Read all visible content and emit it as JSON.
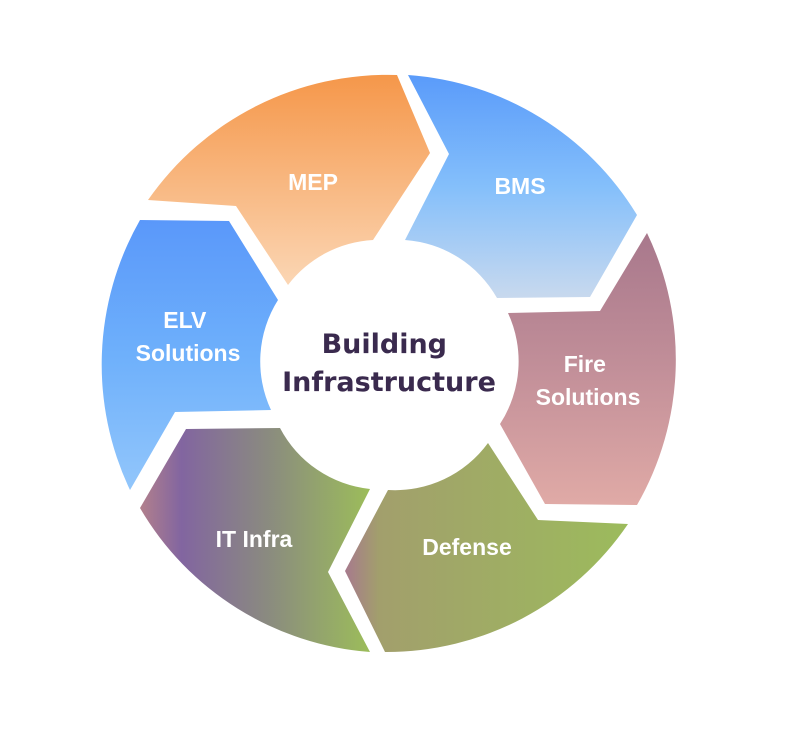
{
  "diagram": {
    "type": "cycle",
    "center": {
      "lines": [
        "Building",
        "Infrastructure"
      ],
      "text_color": "#3a2a4e"
    },
    "segments": [
      {
        "id": "mep",
        "lines": [
          "MEP"
        ],
        "gradient": {
          "direction": "vertical",
          "stops": [
            "#f5974a",
            "#fbd6b4"
          ]
        }
      },
      {
        "id": "bms",
        "lines": [
          "BMS"
        ],
        "gradient": {
          "direction": "vertical",
          "stops": [
            "#5a9bfa",
            "#84bffb",
            "#c8d9ee"
          ]
        }
      },
      {
        "id": "fire-solutions",
        "lines": [
          "Fire",
          "Solutions"
        ],
        "gradient": {
          "direction": "vertical",
          "stops": [
            "#a8788c",
            "#c28f99",
            "#e0aaa6"
          ]
        }
      },
      {
        "id": "defense",
        "lines": [
          "Defense"
        ],
        "gradient": {
          "direction": "horizontal",
          "stops": [
            "#a77a8d",
            "#a29f6c",
            "#9cbb5c"
          ]
        }
      },
      {
        "id": "it-infra",
        "lines": [
          "IT Infra"
        ],
        "gradient": {
          "direction": "horizontal",
          "stops": [
            "#b2808c",
            "#8265a0",
            "#8a8a80",
            "#9cbd5a"
          ]
        }
      },
      {
        "id": "elv-solutions",
        "lines": [
          "ELV",
          "Solutions"
        ],
        "gradient": {
          "direction": "vertical",
          "stops": [
            "#5a98fa",
            "#6eb0fb",
            "#92c6fb"
          ]
        }
      }
    ]
  }
}
